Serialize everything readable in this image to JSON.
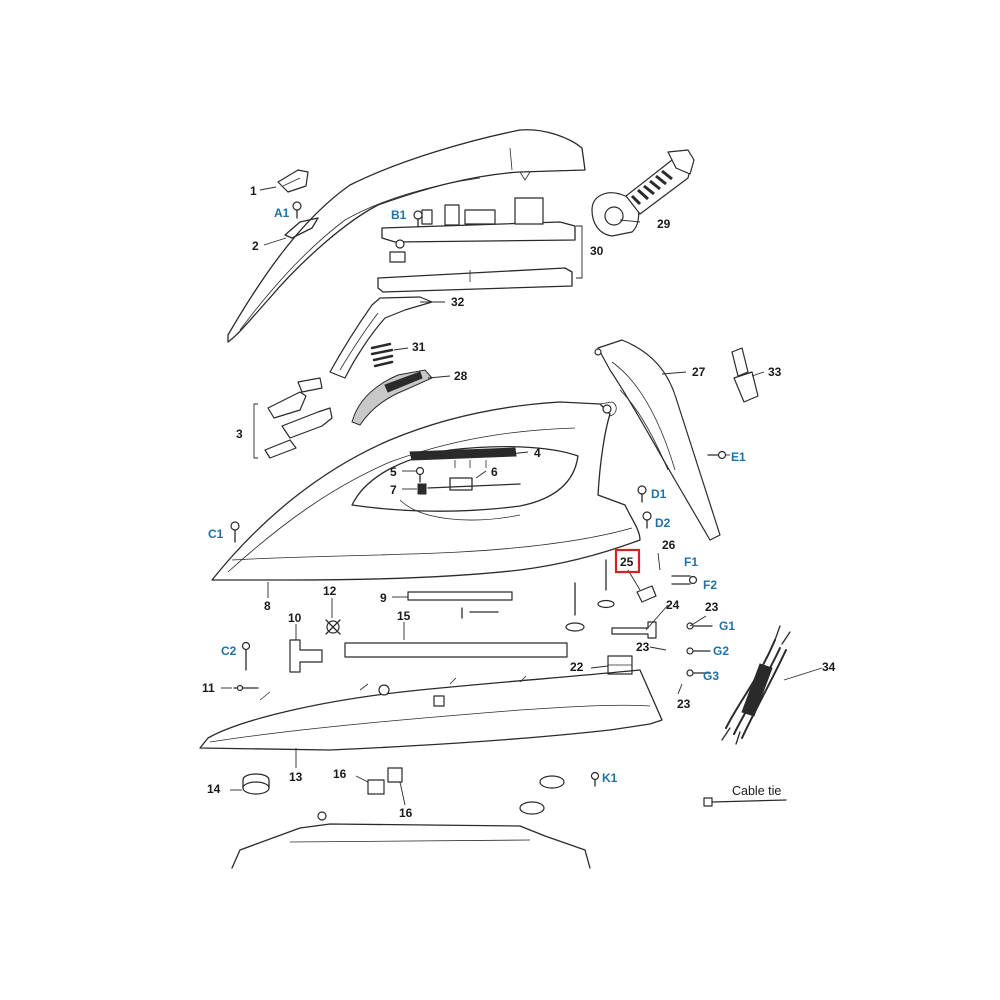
{
  "diagram": {
    "highlighted_label": "25",
    "highlight_color": "#d42020",
    "number_label_color": "#1a1a1a",
    "code_label_color": "#1f6fa8",
    "labels": {
      "n1": "1",
      "a1": "A1",
      "n2": "2",
      "b1": "B1",
      "n29": "29",
      "n30": "30",
      "n32": "32",
      "n31": "31",
      "n28": "28",
      "n27": "27",
      "n33": "33",
      "n3": "3",
      "n4": "4",
      "n5": "5",
      "n6": "6",
      "n7": "7",
      "e1": "E1",
      "d1": "D1",
      "d2": "D2",
      "c1": "C1",
      "n26": "26",
      "n25": "25",
      "f1": "F1",
      "f2": "F2",
      "n8": "8",
      "n12": "12",
      "n9": "9",
      "n24": "24",
      "n23a": "23",
      "g1": "G1",
      "n10": "10",
      "n15": "15",
      "c2": "C2",
      "n23b": "23",
      "g2": "G2",
      "n22": "22",
      "n34": "34",
      "g3": "G3",
      "n23c": "23",
      "n11": "11",
      "n13": "13",
      "n14": "14",
      "n16a": "16",
      "n16b": "16",
      "k1": "K1",
      "cable_tie": "Cable tie"
    }
  }
}
